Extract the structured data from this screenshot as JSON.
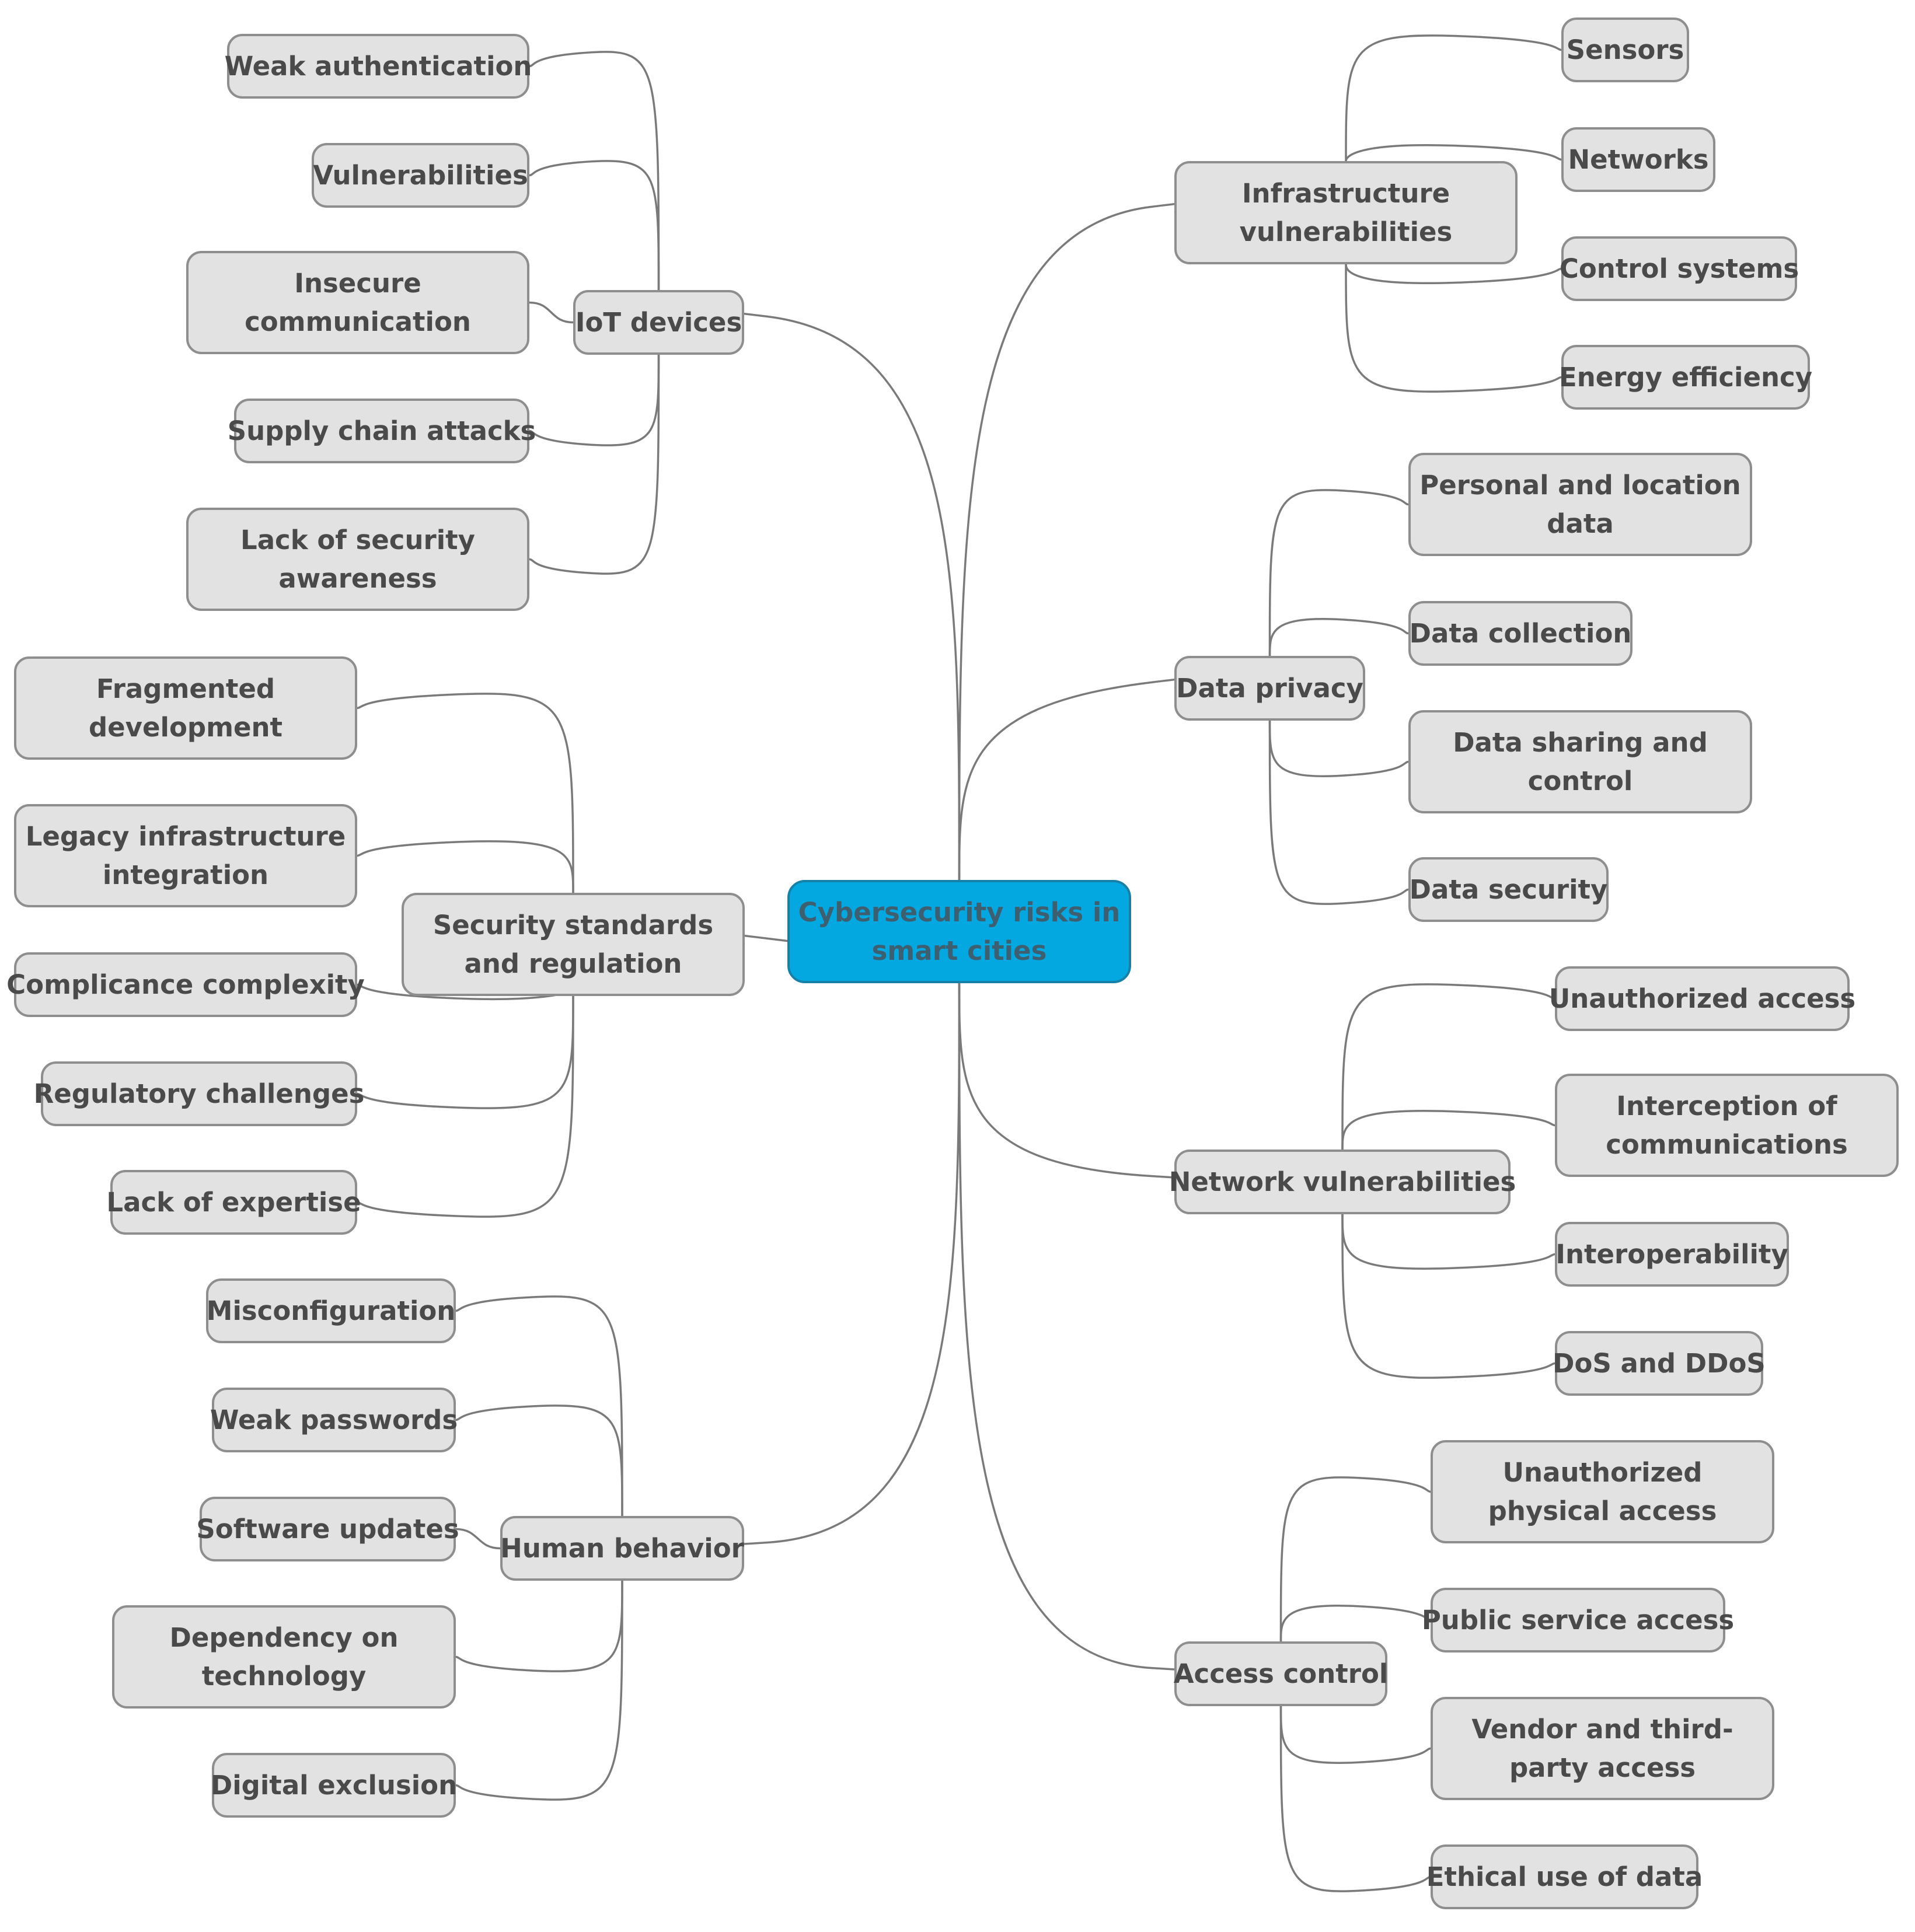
{
  "colors": {
    "root_fill": "#04a8e1",
    "root_border": "#1780a6",
    "node_fill": "#e2e2e2",
    "node_border": "#8e8e8e",
    "text": "#4a4a4a",
    "connector": "#7a7a7a"
  },
  "root": "Cybersecurity risks in smart cities",
  "branches": {
    "iot": {
      "label": "IoT devices",
      "items": [
        "Weak authentication",
        "Vulnerabilities",
        "Insecure communication",
        "Supply chain attacks",
        "Lack of security awareness"
      ]
    },
    "standards": {
      "label": "Security standards and regulation",
      "items": [
        "Fragmented development",
        "Legacy infrastructure integration",
        "Complicance complexity",
        "Regulatory challenges",
        "Lack of expertise"
      ]
    },
    "human": {
      "label": "Human behavior",
      "items": [
        "Misconfiguration",
        "Weak passwords",
        "Software updates",
        "Dependency on technology",
        "Digital exclusion"
      ]
    },
    "infra": {
      "label": "Infrastructure vulnerabilities",
      "items": [
        "Sensors",
        "Networks",
        "Control systems",
        "Energy efficiency"
      ]
    },
    "privacy": {
      "label": "Data privacy",
      "items": [
        "Personal and location data",
        "Data collection",
        "Data sharing and control",
        "Data security"
      ]
    },
    "network": {
      "label": "Network vulnerabilities",
      "items": [
        "Unauthorized access",
        "Interception of communications",
        "Interoperability",
        "DoS and DDoS"
      ]
    },
    "access": {
      "label": "Access control",
      "items": [
        "Unauthorized physical access",
        "Public service access",
        "Vendor and third-party access",
        "Ethical use of data"
      ]
    }
  }
}
